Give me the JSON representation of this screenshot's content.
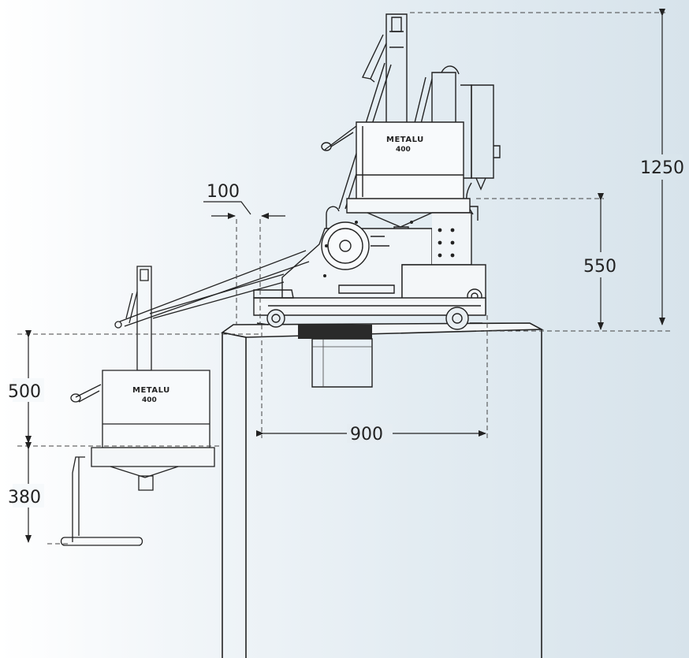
{
  "machine": {
    "brand": "METALU",
    "model": "400"
  },
  "dimensions": {
    "d1250": "1250",
    "d550": "550",
    "d100": "100",
    "d500": "500",
    "d380": "380",
    "d900": "900"
  },
  "colors": {
    "line": "#222222",
    "dash": "#444444",
    "slot_dark": "#2a2a2a"
  }
}
